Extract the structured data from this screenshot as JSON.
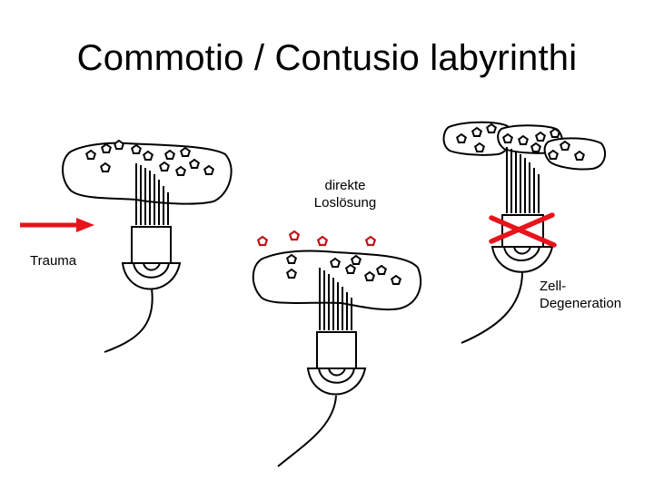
{
  "title": "Commotio / Contusio labyrinthi",
  "labels": {
    "direct_line1": "direkte",
    "direct_line2": "Loslösung",
    "trauma": "Trauma",
    "zell_line1": "Zell-",
    "zell_line2": "Degeneration"
  },
  "colors": {
    "stroke": "#000000",
    "trauma_arrow": "#e8141b",
    "detached_otoconia": "#c0141b",
    "cross": "#e8141b"
  }
}
